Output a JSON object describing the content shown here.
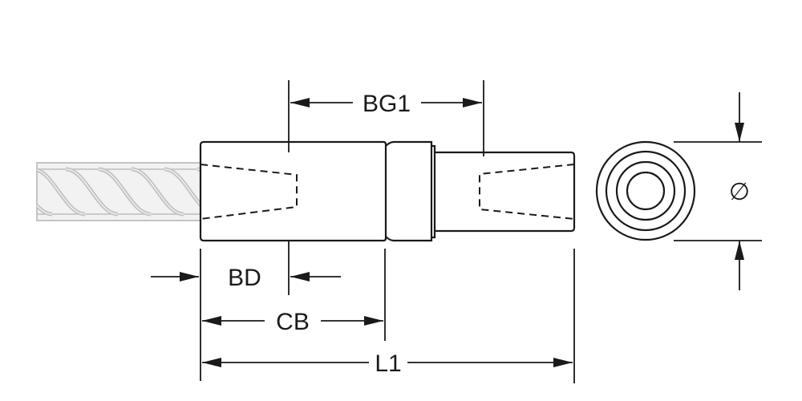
{
  "diagram": {
    "labels": {
      "bg1": "BG1",
      "bd": "BD",
      "cb": "CB",
      "l1": "L1",
      "diameter": "∅"
    },
    "colors": {
      "line": "#1a1a1a",
      "rebar": "#c4c4c4"
    }
  }
}
